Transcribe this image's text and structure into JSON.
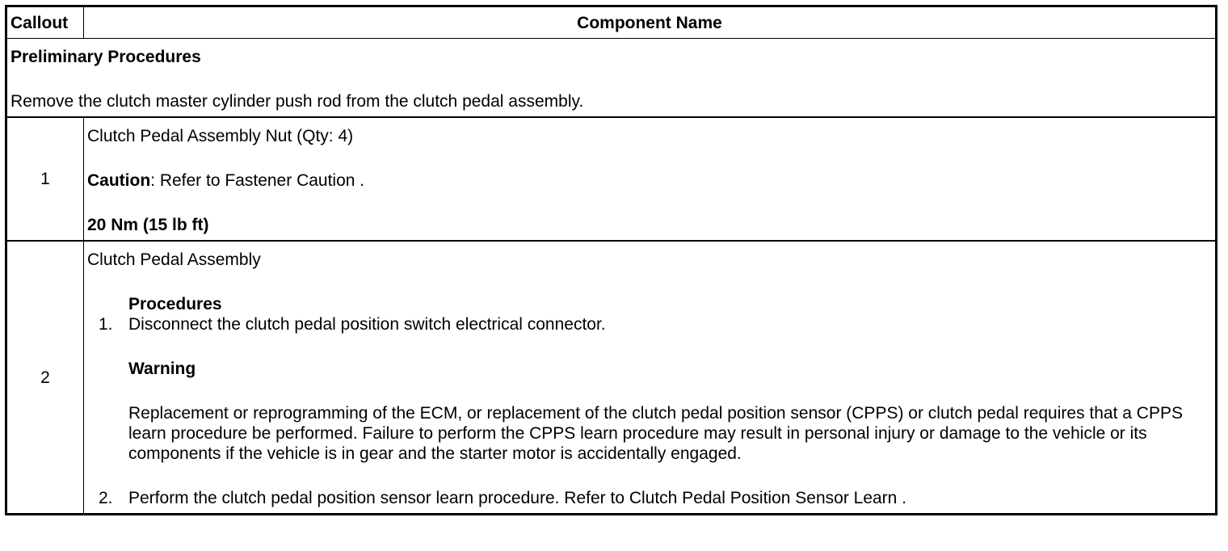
{
  "header": {
    "callout": "Callout",
    "component": "Component Name"
  },
  "preliminary": {
    "heading": "Preliminary Procedures",
    "text": "Remove the clutch master cylinder push rod from the clutch pedal assembly."
  },
  "rows": [
    {
      "callout": "1",
      "name": "Clutch Pedal Assembly Nut (Qty: 4)",
      "caution_label": "Caution",
      "caution_text": ": Refer to Fastener Caution .",
      "torque": "20 Nm (15 lb ft)"
    },
    {
      "callout": "2",
      "name": "Clutch Pedal Assembly",
      "procedures_heading": "Procedures",
      "step1_num": "1.",
      "step1_text": "Disconnect the clutch pedal position switch electrical connector.",
      "warning_heading": "Warning",
      "warning_text": "Replacement or reprogramming of the ECM, or replacement of the clutch pedal position sensor (CPPS) or clutch pedal requires that a CPPS learn procedure be performed. Failure to perform the CPPS learn procedure may result in personal injury or damage to the vehicle or its components if the vehicle is in gear and the starter motor is accidentally engaged.",
      "step2_num": "2.",
      "step2_text": "Perform the clutch pedal position sensor learn procedure. Refer to Clutch Pedal Position Sensor Learn ."
    }
  ]
}
